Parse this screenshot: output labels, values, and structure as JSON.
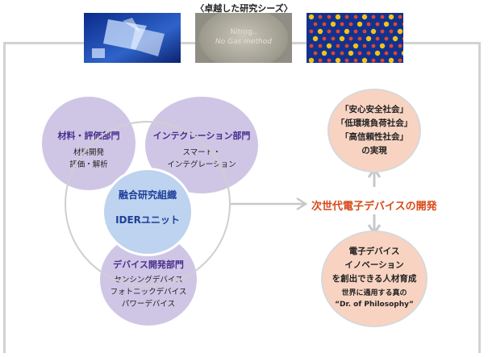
{
  "series_title": "〈卓越した研究シーズ〉",
  "photo_center_text": [
    "Nitrog..",
    "No Gas method"
  ],
  "circles": {
    "materials": {
      "title": "材料・評価部門",
      "lines": [
        "材料開発",
        "評価・解析"
      ]
    },
    "integration": {
      "title": "インテグレーション部門",
      "lines": [
        "スマート・",
        "インテグレーション"
      ]
    },
    "core": {
      "title": "融合研究組織",
      "unit": "IDERユニット"
    },
    "device": {
      "title": "デバイス開発部門",
      "lines": [
        "センシングデバイス",
        "フォトニックデバイス",
        "パワーデバイス"
      ]
    }
  },
  "main_label": "次世代電子デバイスの開発",
  "society": {
    "lines": [
      "「安心安全社会」",
      "「低環境負荷社会」",
      "「高信頼性社会」",
      "の実現"
    ]
  },
  "talent": {
    "lines": [
      "電子デバイス",
      "イノベーション",
      "を創出できる人材育成"
    ],
    "sub": [
      "世界に通用する真の",
      "“Dr. of Philosophy”"
    ]
  },
  "colors": {
    "purple": "#cfc6e6",
    "core_blue": "#bdd3ef",
    "peach": "#f8d3c2",
    "accent_orange": "#d84a1a",
    "head_purple": "#4a2f8e",
    "connector_gray": "#c8c8c8"
  }
}
